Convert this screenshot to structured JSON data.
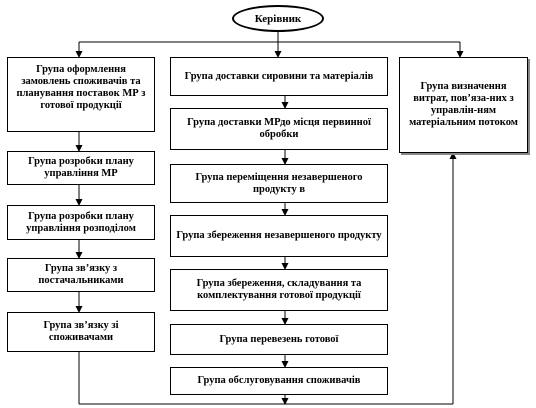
{
  "head": "Керівник",
  "left_column": [
    "Група оформлення замовлень споживачів та планування поставок МР з готової продукції",
    "Група розробки плану управління МР",
    "Група розробки плану управління розподілом",
    "Група зв’язку з постачальниками",
    "Група зв’язку зі споживачами"
  ],
  "center_column": [
    "Група доставки сировини та матеріалів",
    "Група доставки МРдо місця первинної обробки",
    "Група переміщення незавершеного продукту в",
    "Група збереження незавершеного продукту",
    "Група збереження, складування та комплектування готової продукції",
    "Група перевезень готової",
    "Група обслуговування споживачів"
  ],
  "right_column": [
    "Група визначення витрат, пов’яза-них з управлін-ням матеріальним потоком"
  ]
}
